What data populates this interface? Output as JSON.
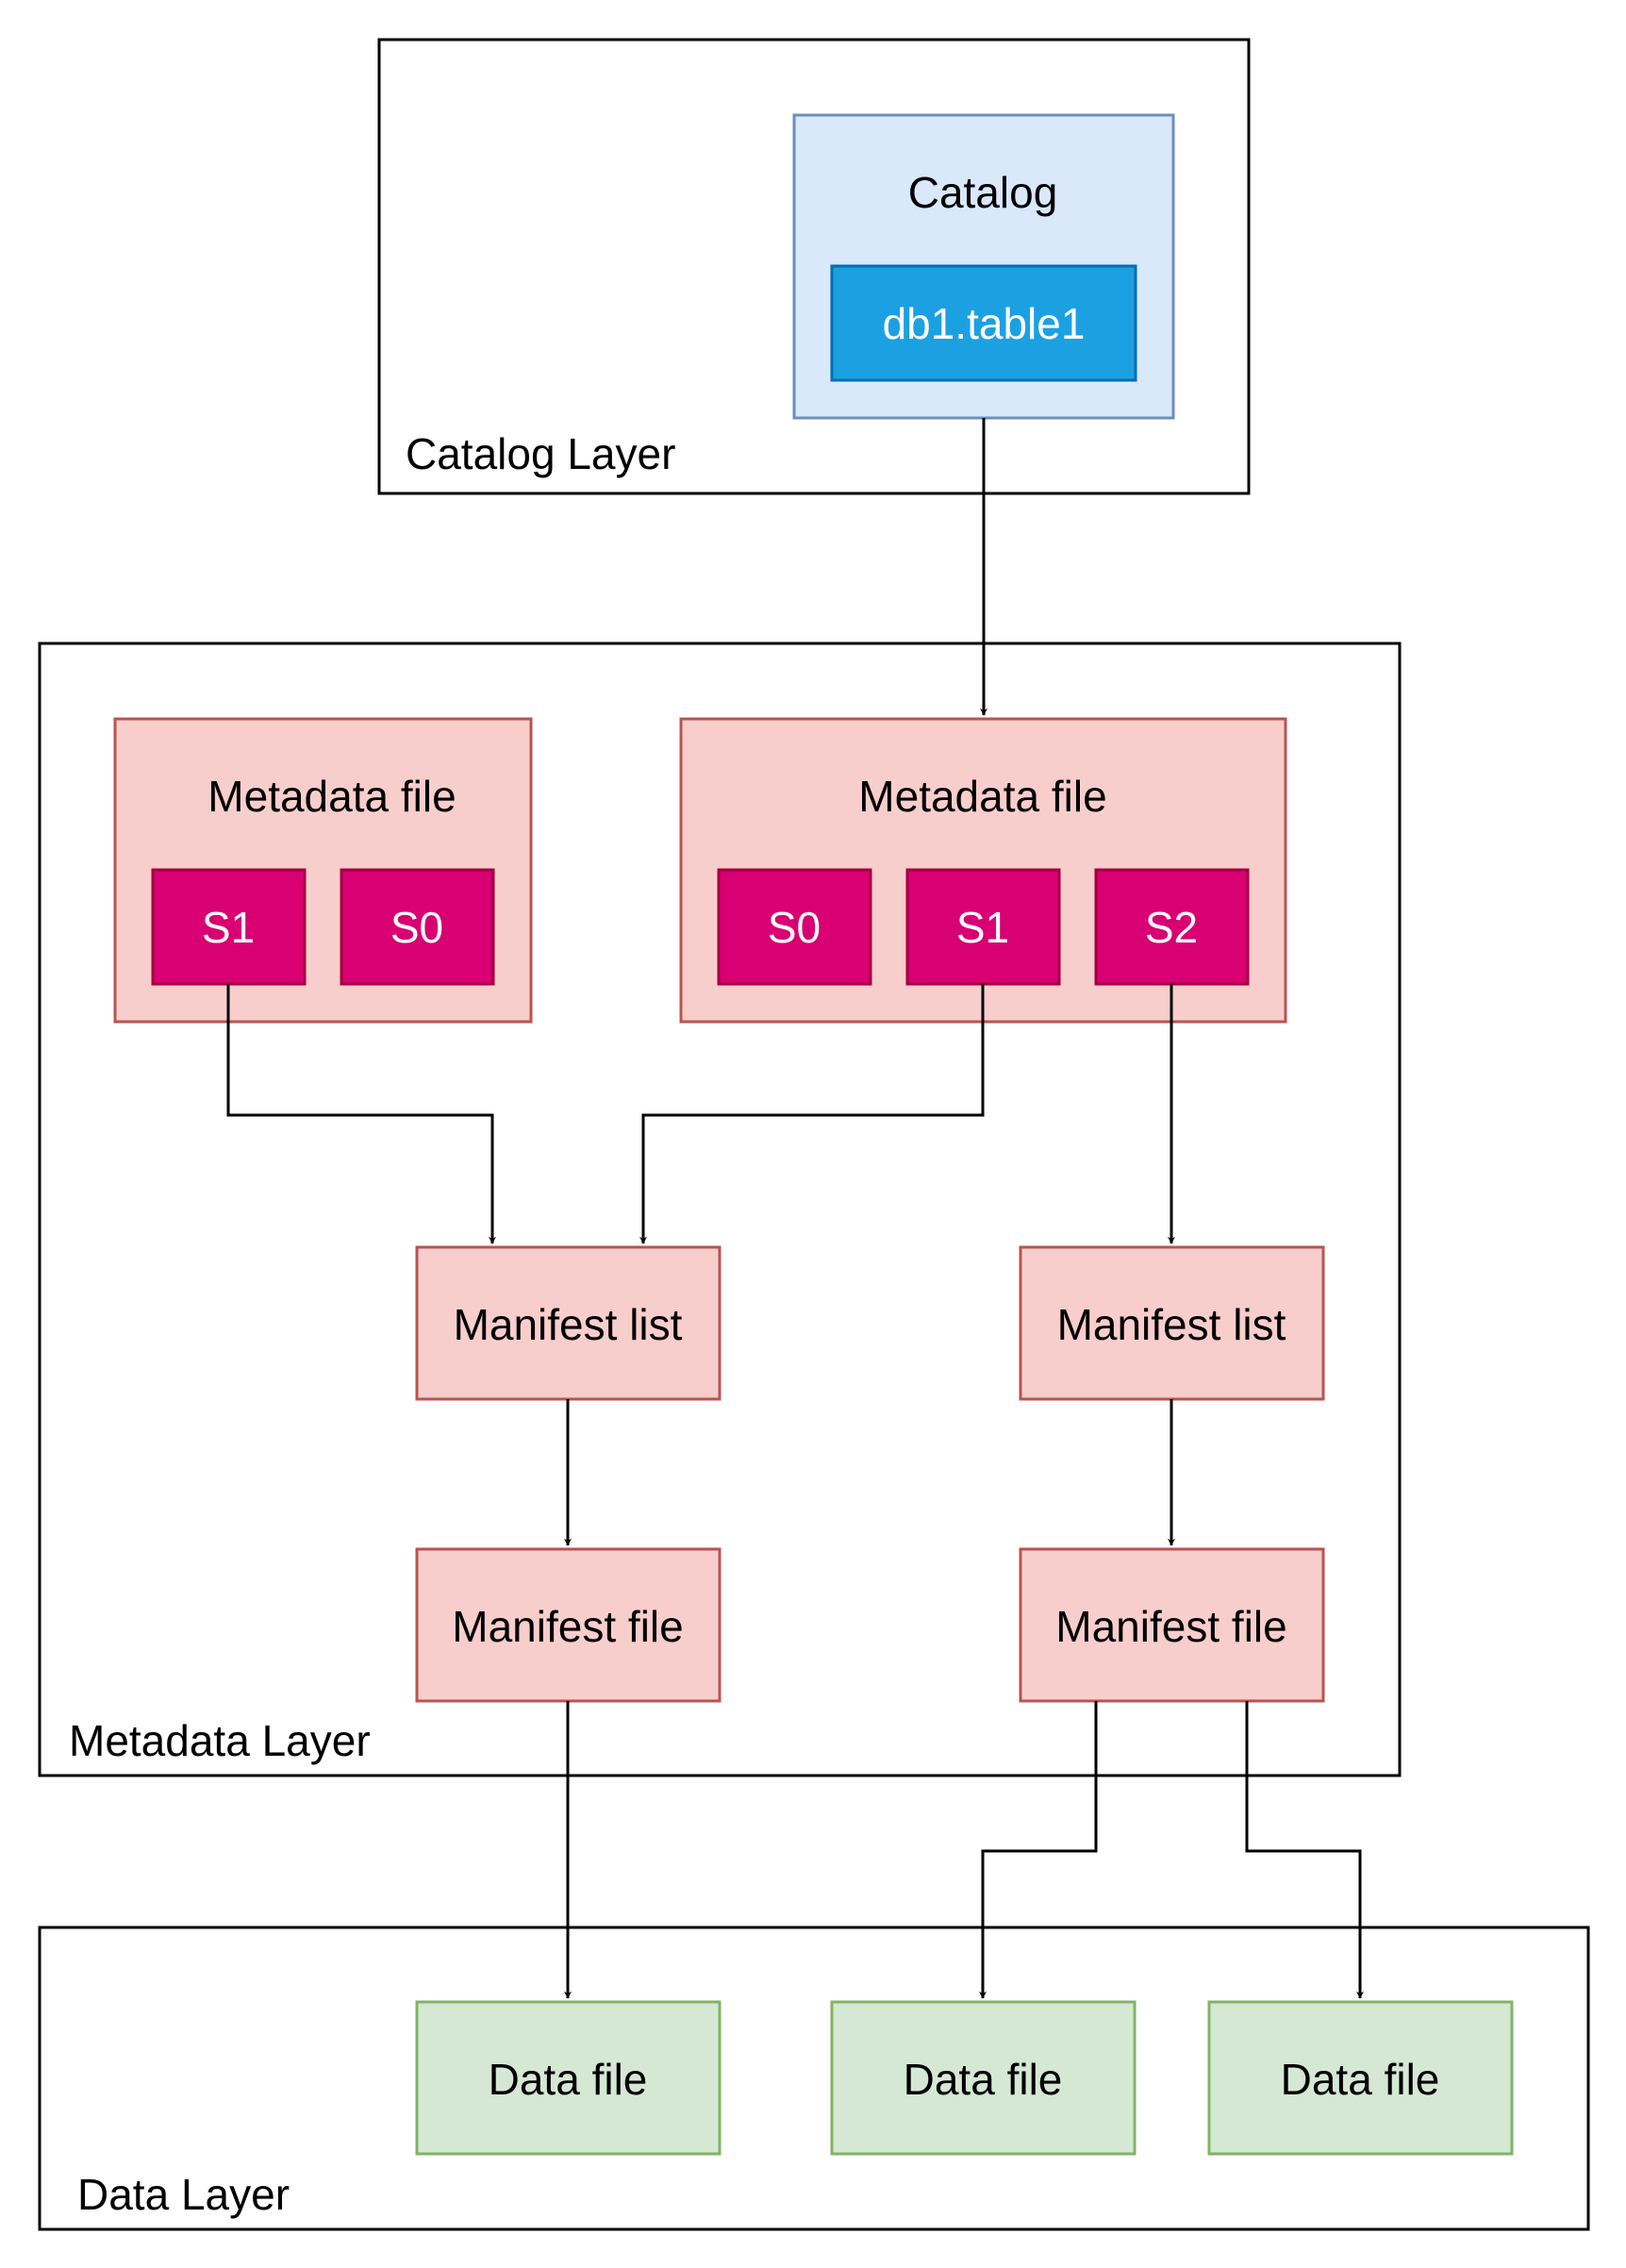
{
  "layers": {
    "catalog": "Catalog Layer",
    "metadata": "Metadata Layer",
    "data": "Data Layer"
  },
  "catalog": {
    "title": "Catalog",
    "table": "db1.table1"
  },
  "metadata_files": [
    {
      "title": "Metadata file",
      "snapshots": [
        "S1",
        "S0"
      ]
    },
    {
      "title": "Metadata file",
      "snapshots": [
        "S0",
        "S1",
        "S2"
      ]
    }
  ],
  "manifest_lists": [
    "Manifest list",
    "Manifest list"
  ],
  "manifest_files": [
    "Manifest file",
    "Manifest file"
  ],
  "data_files": [
    "Data file",
    "Data file",
    "Data file"
  ],
  "colors": {
    "catalog_fill": "#dae8fc",
    "catalog_stroke": "#6c8ebf",
    "table_fill": "#1ba1e2",
    "table_stroke": "#006eaf",
    "meta_fill": "#f8cecc",
    "meta_stroke": "#b85450",
    "snapshot_fill": "#d80073",
    "snapshot_stroke": "#a50040",
    "data_fill": "#d5e8d4",
    "data_stroke": "#82b366"
  }
}
